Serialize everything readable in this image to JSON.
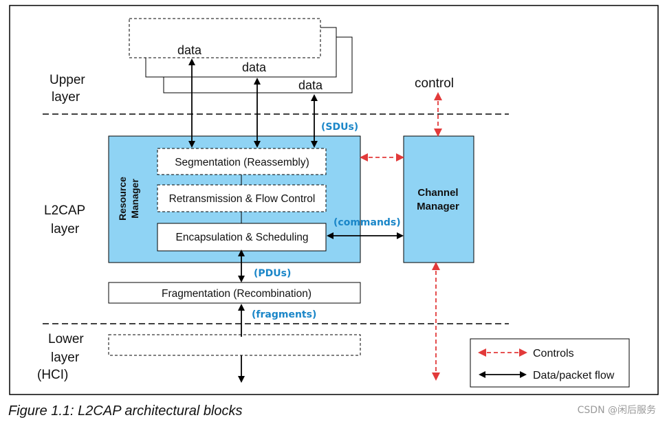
{
  "labels": {
    "data_1": "data",
    "data_2": "data",
    "data_3": "data",
    "control": "control",
    "upper_layer_1": "Upper",
    "upper_layer_2": "layer",
    "l2cap_layer_1": "L2CAP",
    "l2cap_layer_2": "layer",
    "lower_layer_1": "Lower",
    "lower_layer_2": "layer",
    "lower_layer_3": "(HCI)",
    "sdus": "(SDUs)",
    "commands": "(commands)",
    "pdus": "(PDUs)",
    "fragments": "(fragments)",
    "resource_manager_1": "Resource",
    "resource_manager_2": "Manager",
    "channel_manager_1": "Channel",
    "channel_manager_2": "Manager",
    "segmentation": "Segmentation (Reassembly)",
    "retransmission": "Retransmission & Flow Control",
    "encapsulation": "Encapsulation & Scheduling",
    "fragmentation": "Fragmentation (Recombination)"
  },
  "legend": {
    "controls": "Controls",
    "data_flow": "Data/packet flow"
  },
  "caption": "Figure 1.1:  L2CAP architectural blocks",
  "watermark": "CSDN @闲后服务",
  "colors": {
    "manager_fill": "#8fd3f4",
    "control_arrow": "#e23a3a",
    "data_arrow": "#000000",
    "label_blue": "#1a86c8"
  }
}
